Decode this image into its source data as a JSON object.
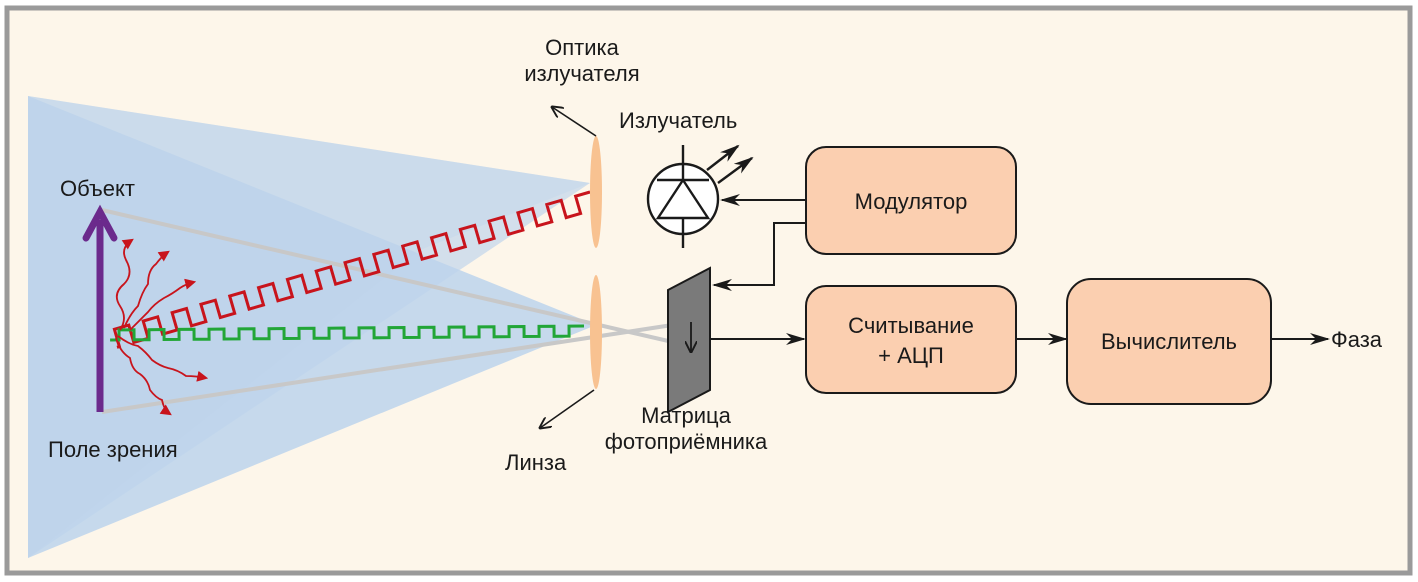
{
  "diagram": {
    "title": "Time-of-flight camera principle",
    "colors": {
      "background": "#fdf6ea",
      "frame": "#9a9a9a",
      "cone_upper": "#d3dfeb",
      "cone_lower": "#bdd5ec",
      "block_fill": "#fbcfb0",
      "block_stroke": "#1a1a1a",
      "lens": "#f8c291",
      "object_arrow": "#6b2a8c",
      "emitted_wave": "#c8141c",
      "reflected_wave": "#22a637",
      "ray": "#c8c8c8",
      "sensor": "#7a7a7a"
    },
    "labels": {
      "object": "Объект",
      "field_of_view": "Поле зрения",
      "emitter_optics_line1": "Оптика",
      "emitter_optics_line2": "излучателя",
      "emitter": "Излучатель",
      "lens": "Линза",
      "sensor_line1": "Матрица",
      "sensor_line2": "фотоприёмника",
      "output": "Фаза"
    },
    "blocks": {
      "modulator": "Модулятор",
      "readout_line1": "Считывание",
      "readout_line2": "+ АЦП",
      "processor": "Вычислитель"
    }
  }
}
